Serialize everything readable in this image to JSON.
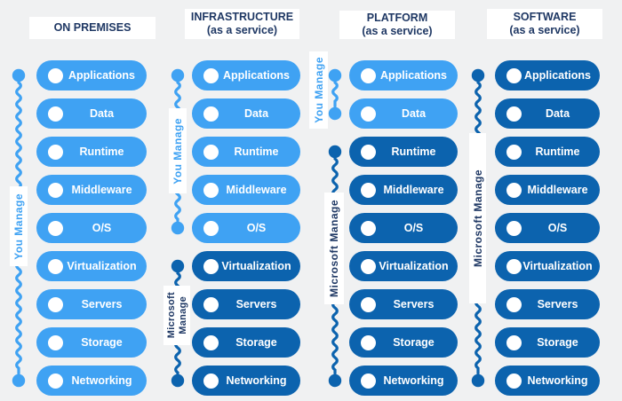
{
  "colors": {
    "light_blue": "#3FA2F3",
    "dark_blue": "#0C63AE",
    "navy": "#1F3864",
    "background": "#F0F1F2",
    "pill_text": "#FFFFFF"
  },
  "columns": [
    {
      "id": "on-premises",
      "header": {
        "line1": "ON PREMISES",
        "line2": ""
      },
      "items": [
        {
          "label": "Applications",
          "tier": "light"
        },
        {
          "label": "Data",
          "tier": "light"
        },
        {
          "label": "Runtime",
          "tier": "light"
        },
        {
          "label": "Middleware",
          "tier": "light"
        },
        {
          "label": "O/S",
          "tier": "light"
        },
        {
          "label": "Virtualization",
          "tier": "light"
        },
        {
          "label": "Servers",
          "tier": "light"
        },
        {
          "label": "Storage",
          "tier": "light"
        },
        {
          "label": "Networking",
          "tier": "light"
        }
      ],
      "brackets": [
        {
          "label_lines": [
            "You Manage"
          ],
          "tone": "light",
          "from_row": 0,
          "to_row": 8
        }
      ]
    },
    {
      "id": "infrastructure-as-a-service",
      "header": {
        "line1": "INFRASTRUCTURE",
        "line2": "(as a service)"
      },
      "items": [
        {
          "label": "Applications",
          "tier": "light"
        },
        {
          "label": "Data",
          "tier": "light"
        },
        {
          "label": "Runtime",
          "tier": "light"
        },
        {
          "label": "Middleware",
          "tier": "light"
        },
        {
          "label": "O/S",
          "tier": "light"
        },
        {
          "label": "Virtualization",
          "tier": "dark"
        },
        {
          "label": "Servers",
          "tier": "dark"
        },
        {
          "label": "Storage",
          "tier": "dark"
        },
        {
          "label": "Networking",
          "tier": "dark"
        }
      ],
      "brackets": [
        {
          "label_lines": [
            "You Manage"
          ],
          "tone": "light",
          "from_row": 0,
          "to_row": 4
        },
        {
          "label_lines": [
            "Microsoft",
            "Manage"
          ],
          "tone": "dark",
          "from_row": 5,
          "to_row": 8
        }
      ]
    },
    {
      "id": "platform-as-a-service",
      "header": {
        "line1": "PLATFORM",
        "line2": "(as a service)"
      },
      "items": [
        {
          "label": "Applications",
          "tier": "light"
        },
        {
          "label": "Data",
          "tier": "light"
        },
        {
          "label": "Runtime",
          "tier": "dark"
        },
        {
          "label": "Middleware",
          "tier": "dark"
        },
        {
          "label": "O/S",
          "tier": "dark"
        },
        {
          "label": "Virtualization",
          "tier": "dark"
        },
        {
          "label": "Servers",
          "tier": "dark"
        },
        {
          "label": "Storage",
          "tier": "dark"
        },
        {
          "label": "Networking",
          "tier": "dark"
        }
      ],
      "brackets": [
        {
          "label_lines": [
            "You Manage"
          ],
          "tone": "light",
          "from_row": 0,
          "to_row": 1
        },
        {
          "label_lines": [
            "Microsoft Manage"
          ],
          "tone": "dark",
          "from_row": 2,
          "to_row": 8
        }
      ]
    },
    {
      "id": "software-as-a-service",
      "header": {
        "line1": "SOFTWARE",
        "line2": "(as a service)"
      },
      "items": [
        {
          "label": "Applications",
          "tier": "dark"
        },
        {
          "label": "Data",
          "tier": "dark"
        },
        {
          "label": "Runtime",
          "tier": "dark"
        },
        {
          "label": "Middleware",
          "tier": "dark"
        },
        {
          "label": "O/S",
          "tier": "dark"
        },
        {
          "label": "Virtualization",
          "tier": "dark"
        },
        {
          "label": "Servers",
          "tier": "dark"
        },
        {
          "label": "Storage",
          "tier": "dark"
        },
        {
          "label": "Networking",
          "tier": "dark"
        }
      ],
      "brackets": [
        {
          "label_lines": [
            "Microsoft Manage"
          ],
          "tone": "dark",
          "from_row": 0,
          "to_row": 8
        }
      ]
    }
  ]
}
